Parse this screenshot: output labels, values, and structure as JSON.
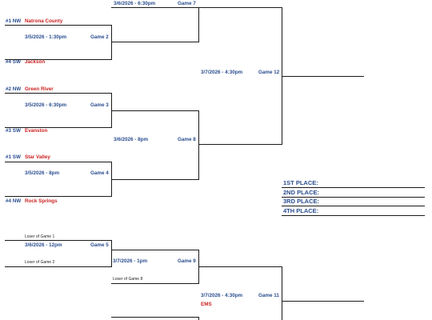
{
  "round1": [
    {
      "top_seed": "#1 NW",
      "top_team": "Natrona County",
      "bottom_seed": "#4 SW",
      "bottom_team": "Jackson",
      "datetime": "3/5/2026 - 1:30pm",
      "game": "Game 2"
    },
    {
      "top_seed": "#2 NW",
      "top_team": "Green River",
      "bottom_seed": "#3 SW",
      "bottom_team": "Evanston",
      "datetime": "3/5/2026 - 6:30pm",
      "game": "Game 3"
    },
    {
      "top_seed": "#1 SW",
      "top_team": "Star Valley",
      "bottom_seed": "#4 NW",
      "bottom_team": "Rock Springs",
      "datetime": "3/5/2026 - 8pm",
      "game": "Game 4"
    }
  ],
  "round2": [
    {
      "datetime": "3/6/2026 - 6:30pm",
      "game": "Game 7"
    },
    {
      "datetime": "3/6/2026 -  8pm",
      "game": "Game 8"
    }
  ],
  "final": {
    "datetime": "3/7/2026 - 4:30pm",
    "game": "Game 12"
  },
  "places": [
    "1ST PLACE:",
    "2ND PLACE:",
    "3RD PLACE:",
    "4TH PLACE:"
  ],
  "consolation": {
    "top_label": "Loser of Game 1",
    "bottom_label": "Loser of Game 2",
    "datetime": "3/6/2026 - 12pm",
    "game": "Game 5",
    "game9_datetime": "3/7/2026 - 1pm",
    "game9": "Game 9",
    "game9_bottom_label": "Loser of Game 8",
    "game11_datetime": "3/7/2026 - 4:30pm",
    "game11": "Game 11",
    "site": "EMS"
  }
}
